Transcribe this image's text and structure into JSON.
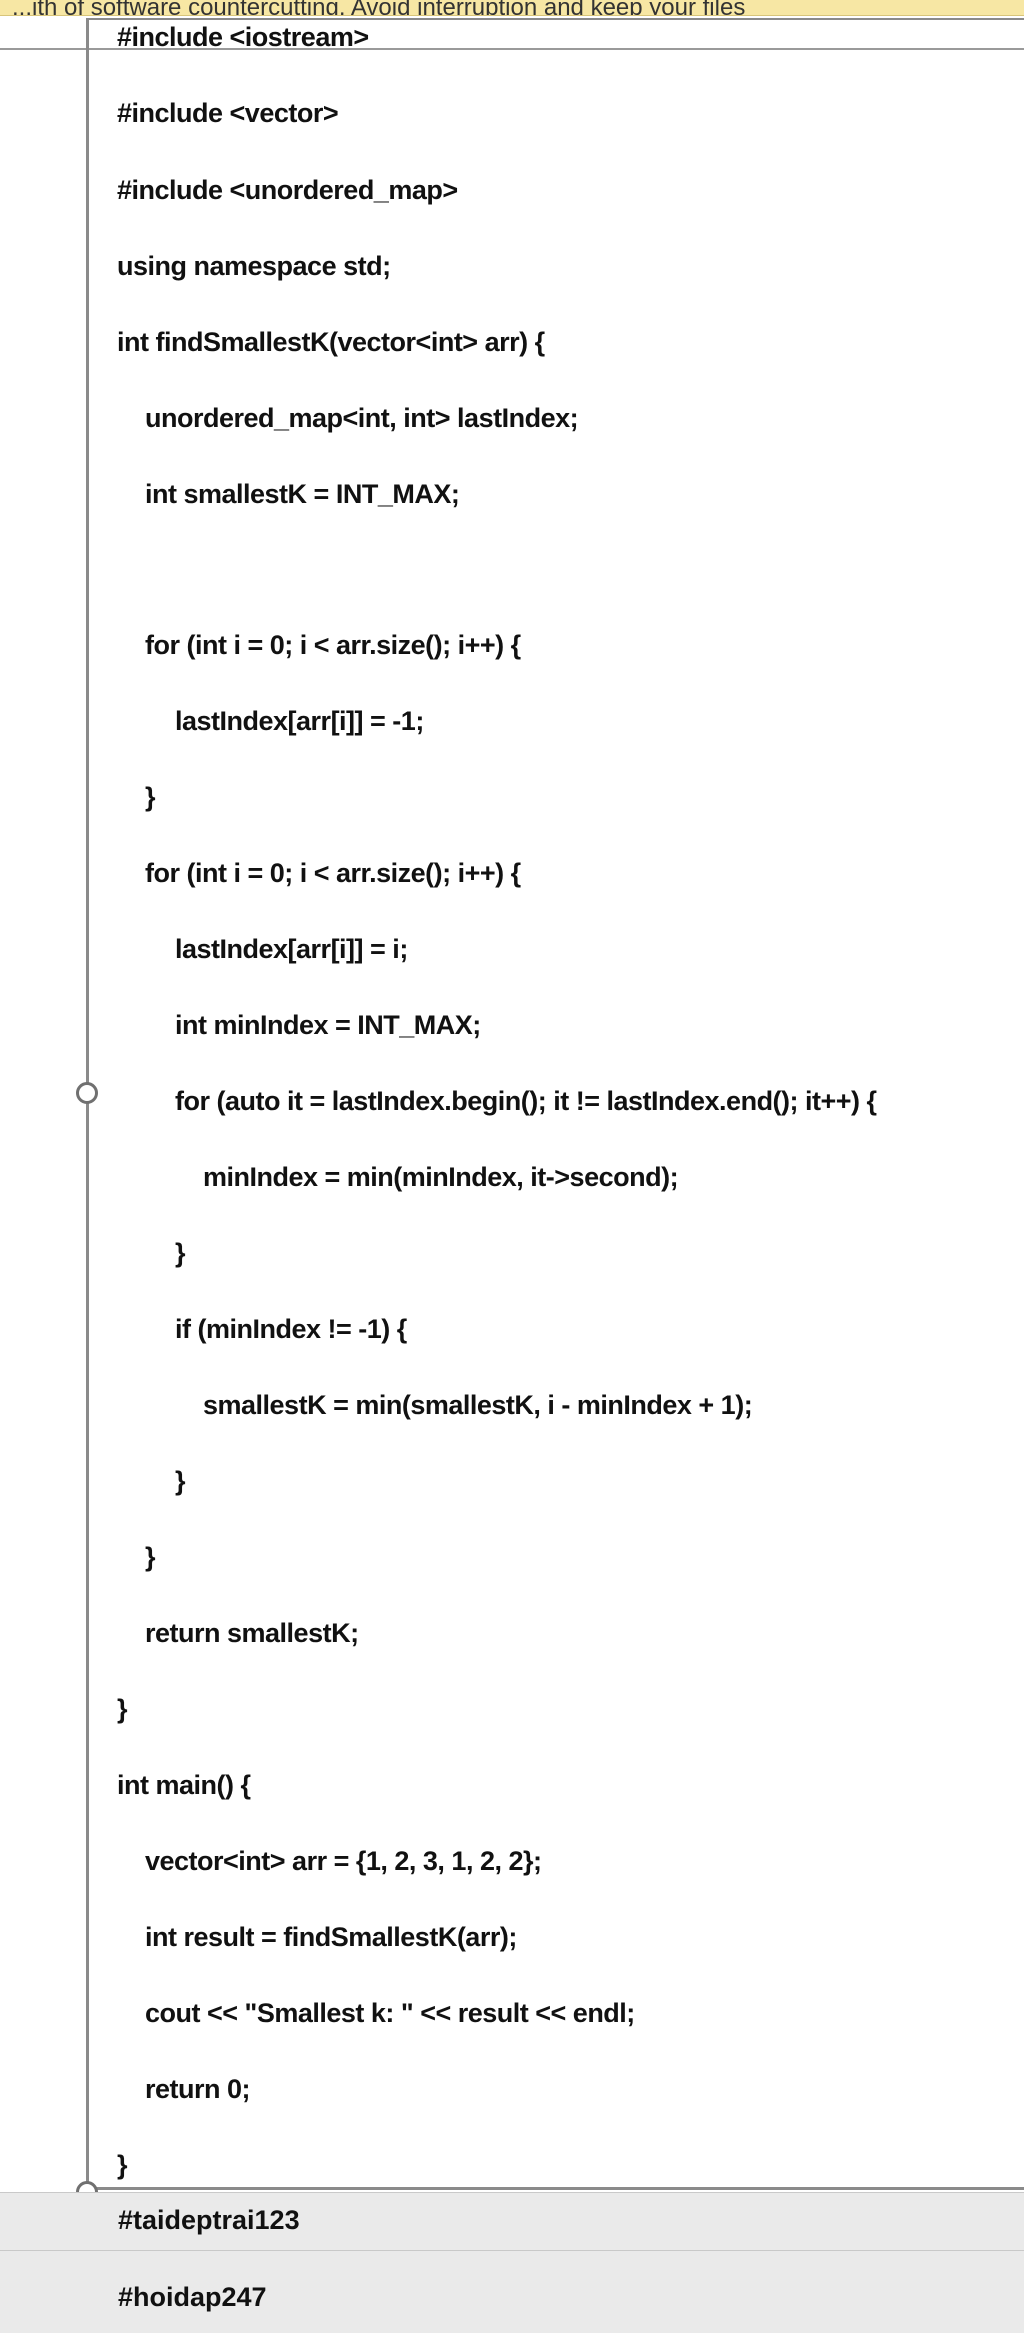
{
  "banner": {
    "text": "...ith of software countercutting. Avoid interruption and keep your files"
  },
  "code": {
    "lines": [
      "#include <iostream>",
      "#include <vector>",
      "#include <unordered_map>",
      "using namespace std;",
      "int findSmallestK(vector<int> arr) {",
      "unordered_map<int, int> lastIndex;",
      "int smallestK = INT_MAX;",
      "for (int i = 0; i < arr.size(); i++) {",
      "lastIndex[arr[i]] = -1;",
      "}",
      "for (int i = 0; i < arr.size(); i++) {",
      "lastIndex[arr[i]] = i;",
      "int minIndex = INT_MAX;",
      "for (auto it = lastIndex.begin(); it != lastIndex.end(); it++) {",
      "minIndex = min(minIndex, it->second);",
      "}",
      "if (minIndex != -1) {",
      "smallestK = min(smallestK, i - minIndex + 1);",
      "}",
      "}",
      "return smallestK;",
      "}",
      "int main() {",
      "vector<int> arr = {1, 2, 3, 1, 2, 2};",
      "int result = findSmallestK(arr);",
      "cout << \"Smallest k: \" << result << endl;",
      "return 0;",
      "}"
    ]
  },
  "tags": [
    "#taideptrai123",
    "#hoidap247"
  ]
}
